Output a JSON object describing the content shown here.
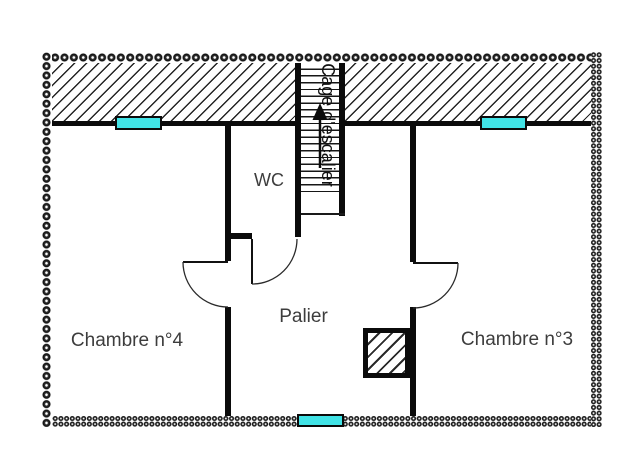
{
  "plan": {
    "rooms": [
      {
        "name": "chambre-4",
        "label": "Chambre n°4"
      },
      {
        "name": "wc",
        "label": "WC"
      },
      {
        "name": "palier",
        "label": "Palier"
      },
      {
        "name": "chambre-3",
        "label": "Chambre n°3"
      }
    ],
    "staircase": {
      "label": "Cage d'escalier",
      "arrow_direction": "up"
    },
    "features": {
      "windows": 3,
      "door_swings": 3,
      "hatched_duct": 1
    },
    "colors": {
      "wall": "#0b0b0b",
      "window_glass": "#41e3e6",
      "label_text": "#3d3d3d",
      "background": "#ffffff"
    }
  }
}
